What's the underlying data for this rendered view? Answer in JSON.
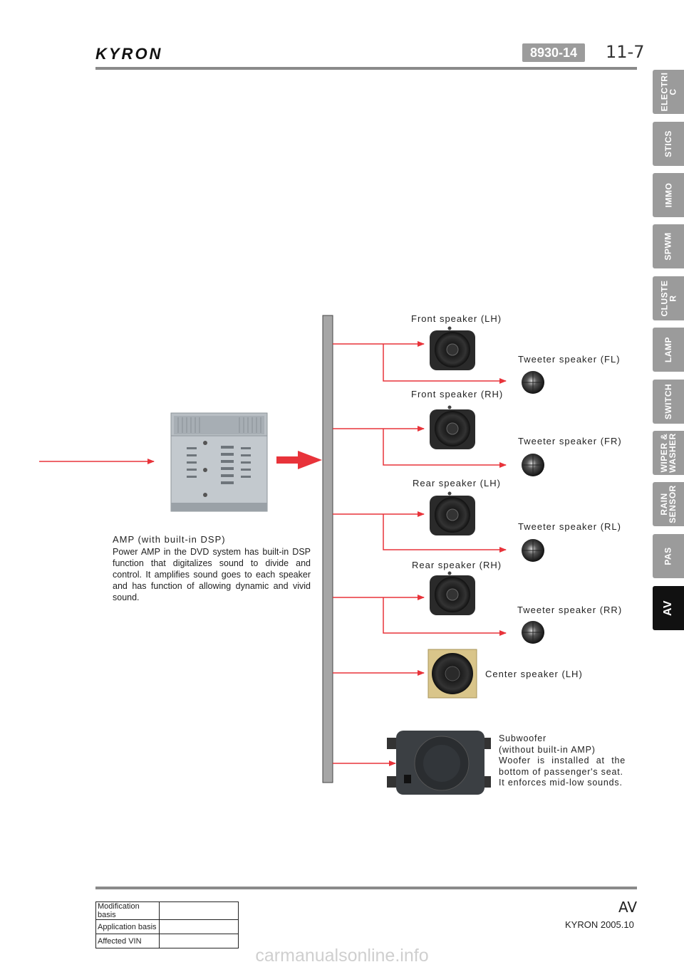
{
  "header": {
    "logo_text": "KYRON",
    "code": "8930-14",
    "page_number": "11-7"
  },
  "side_tabs": [
    {
      "label": "ELECTRI\nC",
      "active": false
    },
    {
      "label": "STICS",
      "active": false
    },
    {
      "label": "IMMO",
      "active": false
    },
    {
      "label": "SPWM",
      "active": false
    },
    {
      "label": "CLUSTE\nR",
      "active": false
    },
    {
      "label": "LAMP",
      "active": false
    },
    {
      "label": "SWITCH",
      "active": false
    },
    {
      "label": "WIPER &\nWASHER",
      "active": false
    },
    {
      "label": "RAIN\nSENSOR",
      "active": false
    },
    {
      "label": "PAS",
      "active": false
    },
    {
      "label": "AV",
      "active": true
    }
  ],
  "amp": {
    "title": "AMP (with  built-in  DSP)",
    "description": "Power AMP in the DVD system has built-in DSP function that digitalizes sound to divide and control. It amplifies sound goes to each speaker and has function of allowing dynamic and vivid sound."
  },
  "speakers": {
    "front_lh": "Front  speaker  (LH)",
    "tweeter_fl": "Tweeter  speaker  (FL)",
    "front_rh": "Front  speaker  (RH)",
    "tweeter_fr": "Tweeter  speaker  (FR)",
    "rear_lh": "Rear  speaker  (LH)",
    "tweeter_rl": "Tweeter  speaker  (RL)",
    "rear_rh": "Rear  speaker  (RH)",
    "tweeter_rr": "Tweeter  speaker  (RR)",
    "center_lh": "Center  speaker  (LH)"
  },
  "subwoofer": {
    "line1": "Subwoofer",
    "line2": "(without  built-in  AMP)",
    "line3": "Woofer is installed at the bottom of passenger's seat.",
    "line4": "It enforces mid-low sounds."
  },
  "footer": {
    "section": "AV",
    "model": "KYRON 2005.10",
    "table": [
      {
        "label": "Modification basis",
        "value": ""
      },
      {
        "label": "Application basis",
        "value": ""
      },
      {
        "label": "Affected VIN",
        "value": ""
      }
    ]
  },
  "watermark": "carmanualsonline.info",
  "colors": {
    "arrow": "#e8333a",
    "rule": "#8a8a8a",
    "tab": "#9b9b9b",
    "tab_active": "#111111"
  }
}
